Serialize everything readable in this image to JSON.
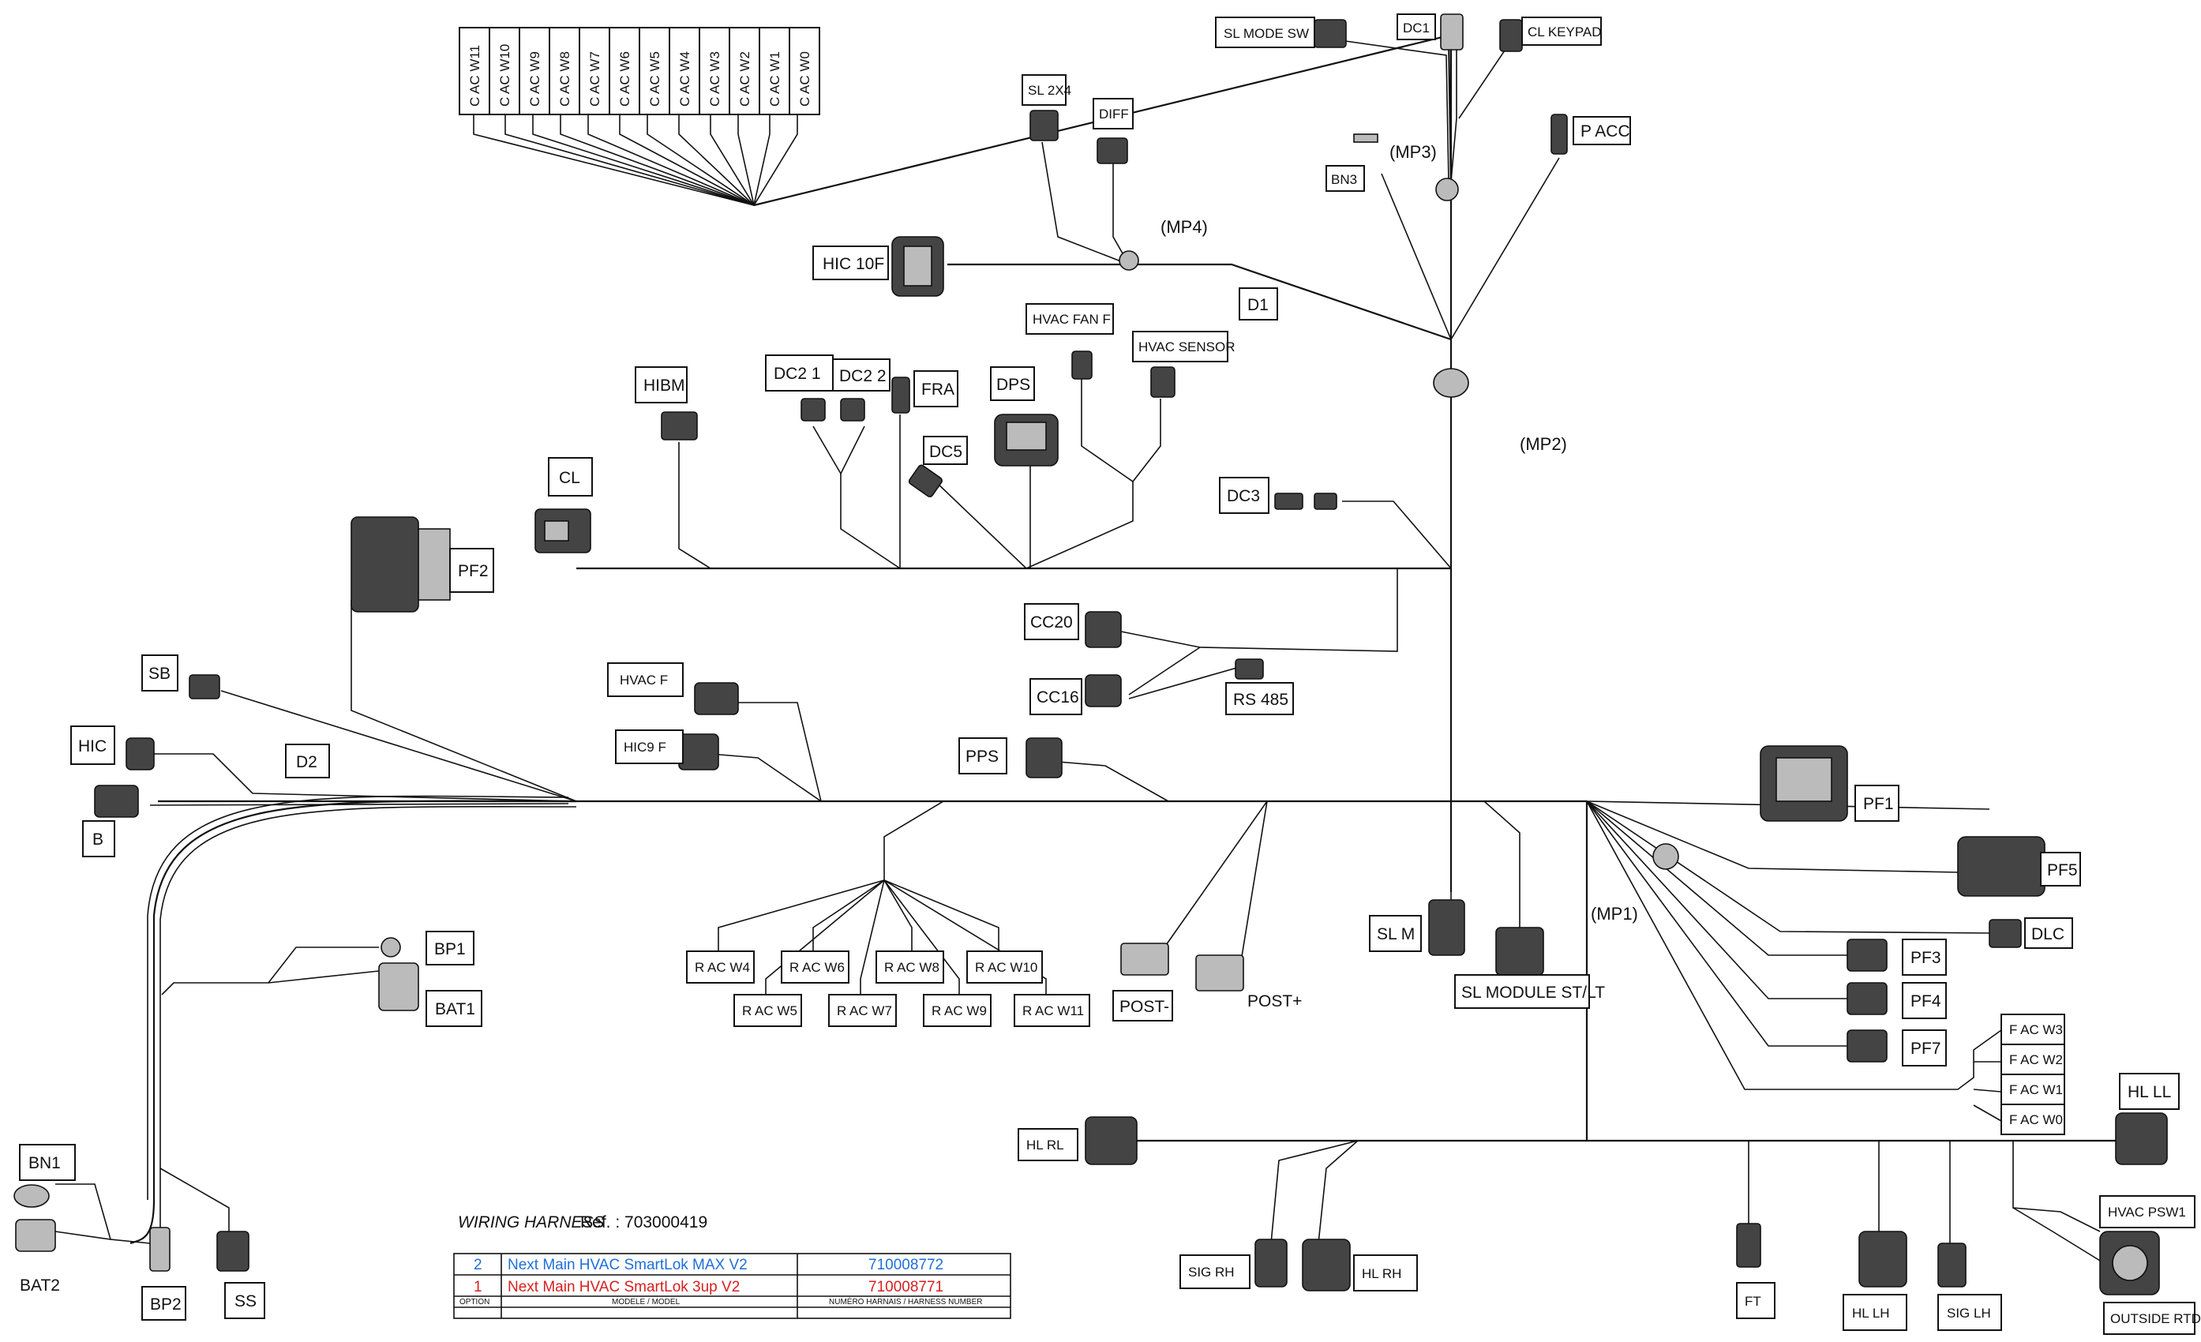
{
  "labels": {
    "cacw11": "C AC W11",
    "cacw10": "C AC W10",
    "cacw9": "C AC W9",
    "cacw8": "C AC W8",
    "cacw7": "C AC W7",
    "cacw6": "C AC W6",
    "cacw5": "C AC W5",
    "cacw4": "C AC W4",
    "cacw3": "C AC W3",
    "cacw2": "C AC W2",
    "cacw1": "C AC W1",
    "cacw0": "C AC W0",
    "sl_mode_sw": "SL MODE SW",
    "dc1": "DC1",
    "cl_keypad": "CL KEYPAD",
    "sl_2x4": "SL 2X4",
    "diff": "DIFF",
    "p_acc": "P ACC",
    "bn3": "BN3",
    "mp3": "(MP3)",
    "mp4": "(MP4)",
    "hic_10f": "HIC 10F",
    "d1": "D1",
    "hvac_fan_f": "HVAC FAN F",
    "hvac_sensor": "HVAC SENSOR",
    "mp2": "(MP2)",
    "hibm": "HIBM",
    "dc2_1": "DC2 1",
    "dc2_2": "DC2 2",
    "fra": "FRA",
    "dps": "DPS",
    "dc5": "DC5",
    "cl": "CL",
    "dc3": "DC3",
    "pf2": "PF2",
    "cc20": "CC20",
    "cc16": "CC16",
    "rs485": "RS 485",
    "sb": "SB",
    "hvac_f": "HVAC F",
    "hic9_f": "HIC9 F",
    "hic": "HIC",
    "d2": "D2",
    "b": "B",
    "pps": "PPS",
    "pf1": "PF1",
    "pf5": "PF5",
    "mp1": "(MP1)",
    "dlc": "DLC",
    "pf3": "PF3",
    "pf4": "PF4",
    "pf7": "PF7",
    "facw3": "F AC W3",
    "facw2": "F AC W2",
    "facw1": "F AC W1",
    "facw0": "F AC W0",
    "sl_m": "SL M",
    "sl_module": "SL MODULE ST/LT",
    "racw4": "R AC W4",
    "racw6": "R AC W6",
    "racw8": "R AC W8",
    "racw10": "R AC W10",
    "racw5": "R AC W5",
    "racw7": "R AC W7",
    "racw9": "R AC W9",
    "racw11": "R AC W11",
    "post_minus": "POST-",
    "post_plus": "POST+",
    "bp1": "BP1",
    "bat1": "BAT1",
    "bn1": "BN1",
    "bat2": "BAT2",
    "bp2": "BP2",
    "ss": "SS",
    "hl_rl": "HL RL",
    "hl_ll": "HL LL",
    "sig_rh": "SIG RH",
    "hl_rh": "HL RH",
    "ft": "FT",
    "hl_lh": "HL LH",
    "sig_lh": "SIG LH",
    "hvac_psw1": "HVAC PSW1",
    "outside_rtd": "OUTSIDE RTD"
  },
  "harness": {
    "title_italic": "WIRING HARNESS",
    "title_ref": "Ref. : 703000419",
    "rows": [
      {
        "option": "2",
        "model": "Next Main HVAC SmartLok MAX V2",
        "number": "710008772",
        "color": "#1e6fd9"
      },
      {
        "option": "1",
        "model": "Next Main HVAC SmartLok 3up V2",
        "number": "710008771",
        "color": "#d61f1f"
      }
    ],
    "head_option": "OPTION",
    "head_model": "MODELE / MODEL",
    "head_number": "NUMÉRO HARNAIS / HARNESS NUMBER"
  }
}
